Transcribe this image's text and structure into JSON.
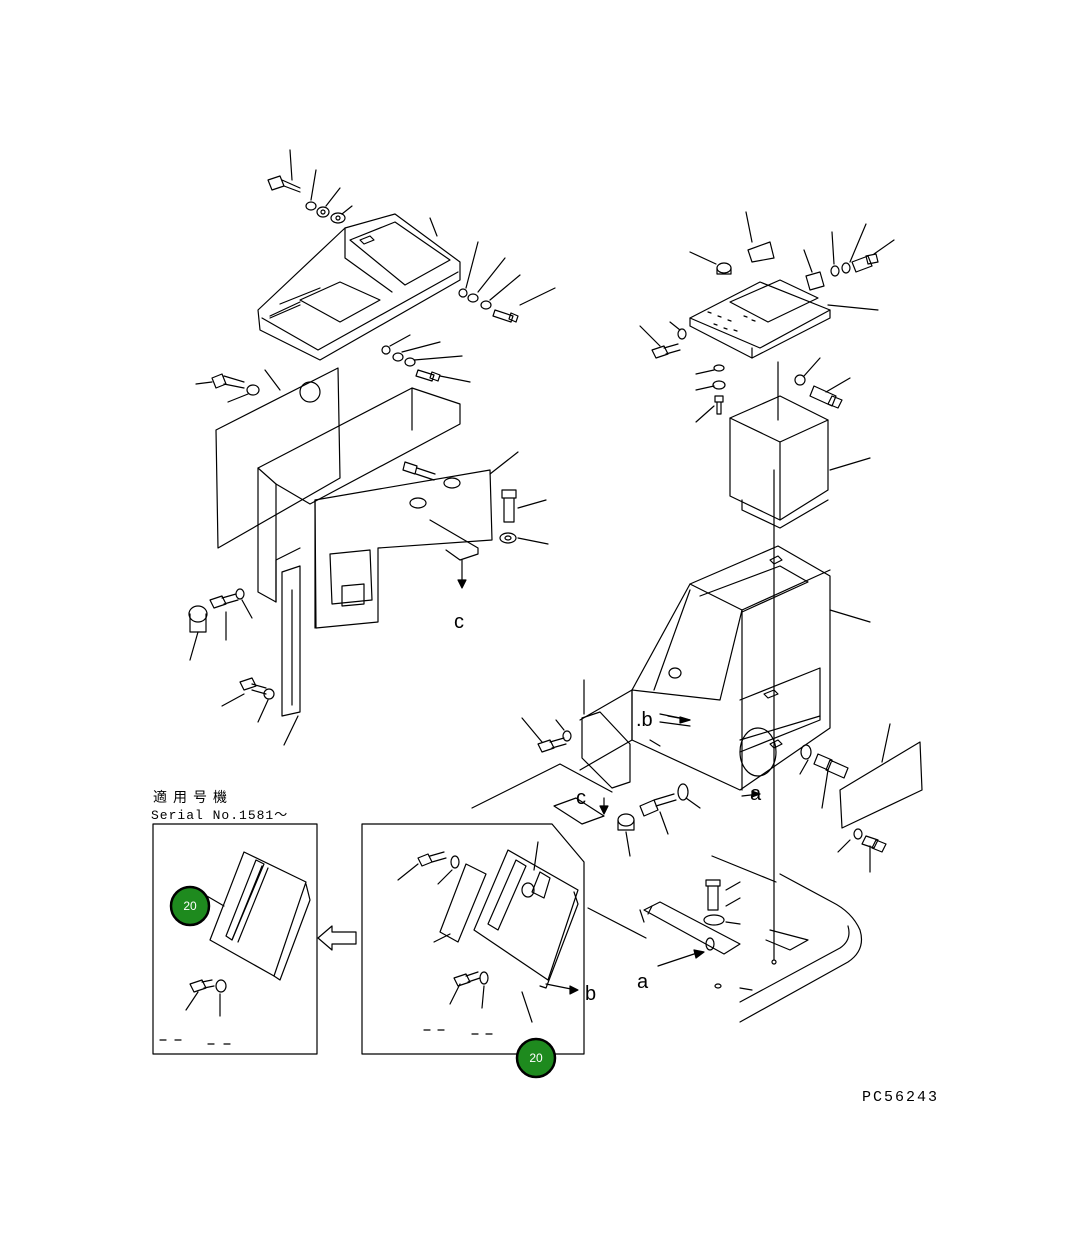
{
  "applicable_models": {
    "title": "適用号機",
    "serial": "Serial No.1581〜"
  },
  "callouts": {
    "ref_a_1": "a",
    "ref_a_2": "a",
    "ref_b_1": "b",
    "ref_b_2": ".b",
    "ref_c_1": "c",
    "ref_c_2": "c"
  },
  "badges": [
    {
      "label": "20",
      "color": "#1e8a1e"
    },
    {
      "label": "20",
      "color": "#1e8a1e"
    }
  ],
  "drawing_code": "PC56243",
  "colors": {
    "ink": "#000000",
    "badge": "#1e8a1e"
  }
}
